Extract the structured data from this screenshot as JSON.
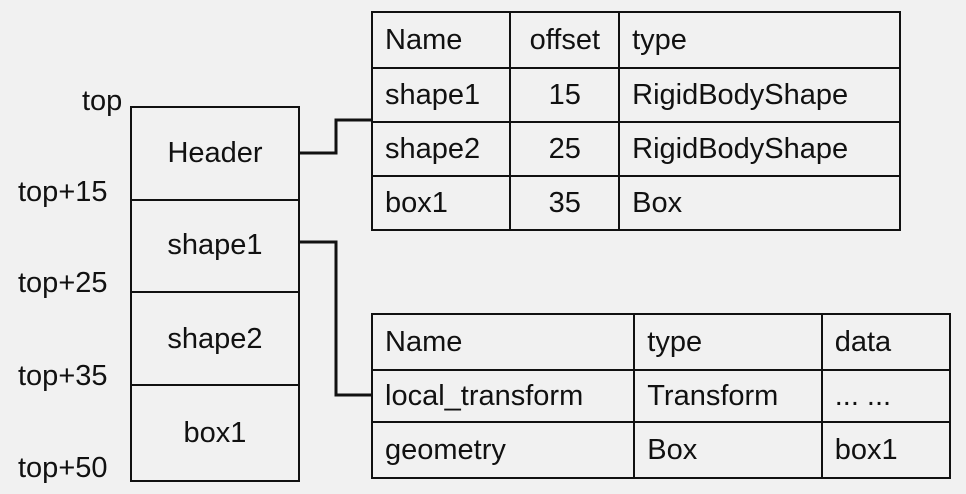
{
  "memory_layout": {
    "offset_labels": [
      "top",
      "top+15",
      "top+25",
      "top+35",
      "top+50"
    ],
    "blocks": [
      "Header",
      "shape1",
      "shape2",
      "box1"
    ]
  },
  "header_table": {
    "columns": [
      "Name",
      "offset",
      "type"
    ],
    "rows": [
      [
        "shape1",
        "15",
        "RigidBodyShape"
      ],
      [
        "shape2",
        "25",
        "RigidBodyShape"
      ],
      [
        "box1",
        "35",
        "Box"
      ]
    ]
  },
  "shape_table": {
    "columns": [
      "Name",
      "type",
      "data"
    ],
    "rows": [
      [
        "local_transform",
        "Transform",
        "... ..."
      ],
      [
        "geometry",
        "Box",
        "box1"
      ]
    ]
  }
}
